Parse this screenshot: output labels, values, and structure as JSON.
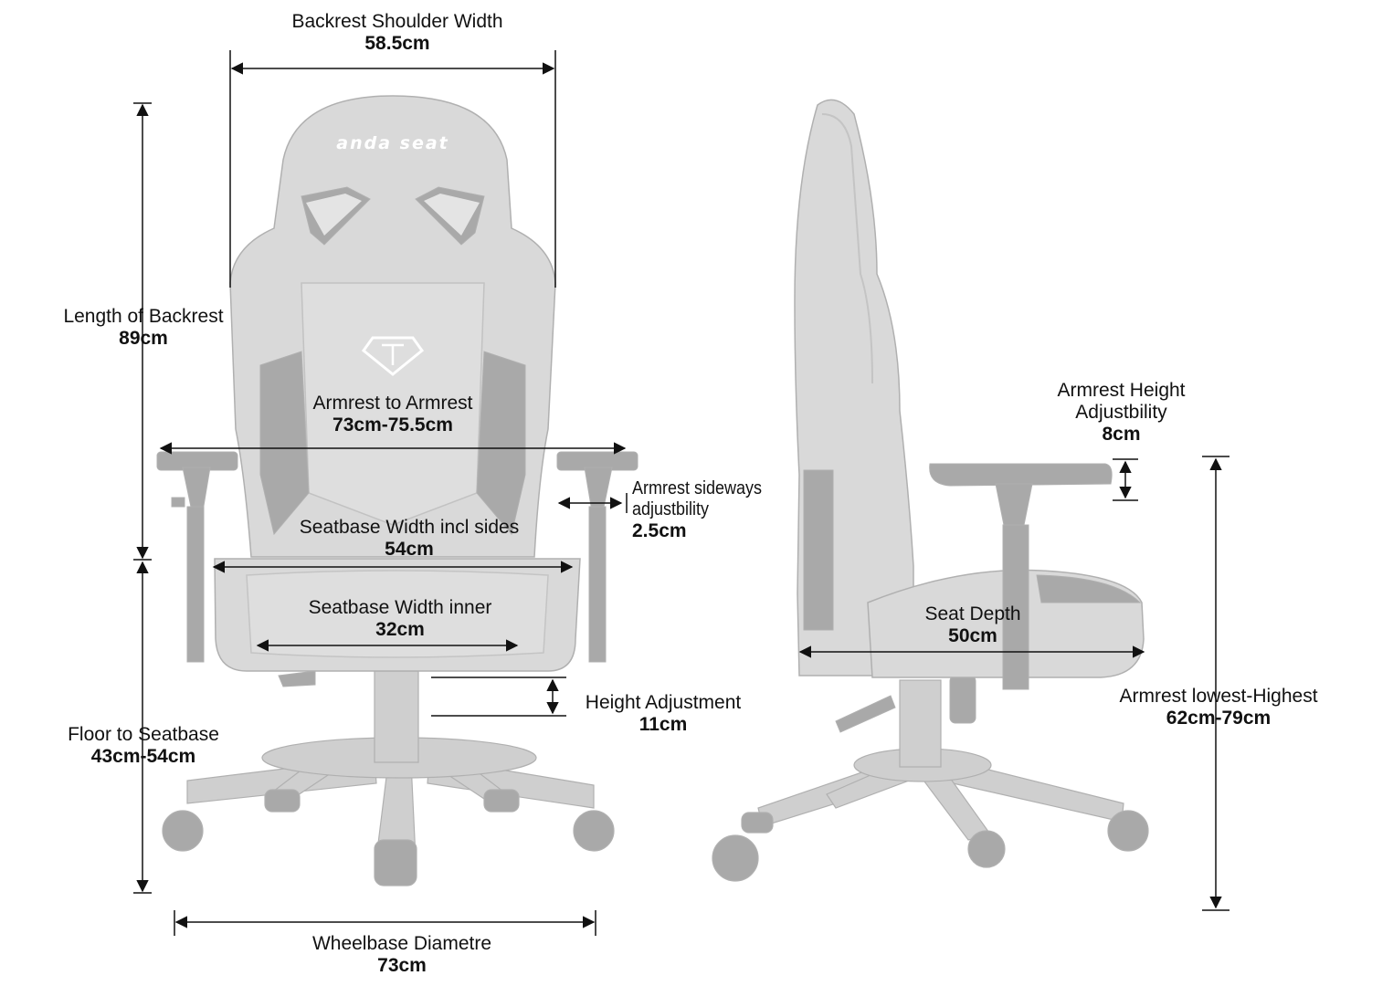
{
  "brand": {
    "logo_text": "anda seat"
  },
  "colors": {
    "chair_fill": "#d9d9d9",
    "chair_stroke": "#b0b0b0",
    "chair_dark": "#a9a9a9",
    "base_fill": "#cfcfcf",
    "dimension_line": "#111111"
  },
  "dimensions": {
    "backrest_shoulder_width": {
      "label": "Backrest Shoulder Width",
      "value": "58.5cm"
    },
    "length_of_backrest": {
      "label": "Length of Backrest",
      "value": "89cm"
    },
    "armrest_to_armrest": {
      "label": "Armrest to Armrest",
      "value": "73cm-75.5cm"
    },
    "armrest_sideways": {
      "label_line1": "Armrest sideways",
      "label_line2": "adjustbility",
      "value": "2.5cm"
    },
    "seatbase_width_sides": {
      "label": "Seatbase Width incl sides",
      "value": "54cm"
    },
    "seatbase_width_inner": {
      "label": "Seatbase Width inner",
      "value": "32cm"
    },
    "height_adjustment": {
      "label": "Height Adjustment",
      "value": "11cm"
    },
    "floor_to_seatbase": {
      "label": "Floor to Seatbase",
      "value": "43cm-54cm"
    },
    "wheelbase_diametre": {
      "label": "Wheelbase Diametre",
      "value": "73cm"
    },
    "armrest_height_adj": {
      "label_line1": "Armrest Height",
      "label_line2": "Adjustbility",
      "value": "8cm"
    },
    "seat_depth": {
      "label": "Seat Depth",
      "value": "50cm"
    },
    "armrest_low_high": {
      "label": "Armrest lowest-Highest",
      "value": "62cm-79cm"
    }
  }
}
